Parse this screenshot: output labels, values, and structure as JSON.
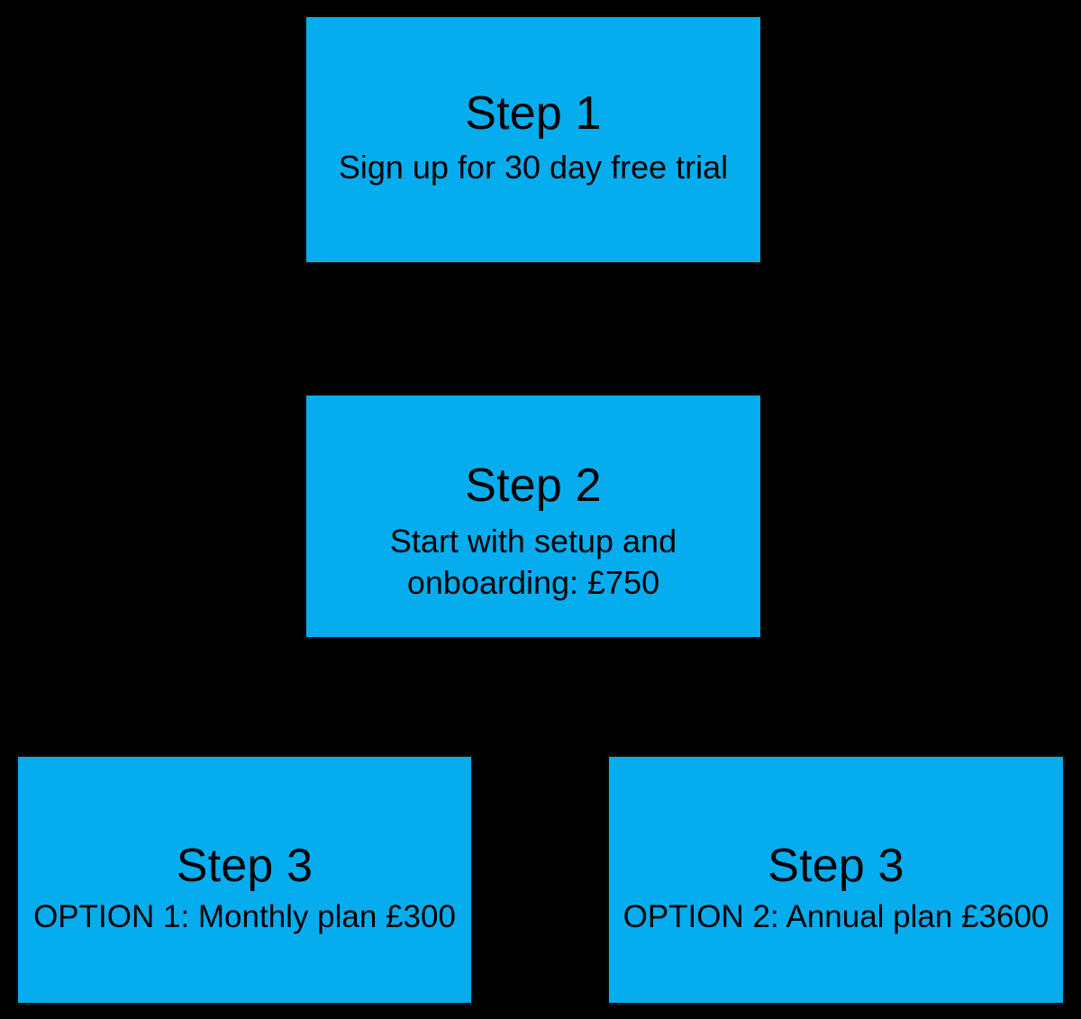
{
  "background_color": "#000000",
  "box_fill_color": "#05adee",
  "box_border_color": "#0a0a0a",
  "text_color": "#000000",
  "diagram": {
    "boxes": [
      {
        "id": "step-1",
        "title": "Step 1",
        "subtitle": "Sign up for 30 day free trial"
      },
      {
        "id": "step-2",
        "title": "Step 2",
        "subtitle": "Start with setup and onboarding: £750"
      },
      {
        "id": "step-3-option-1",
        "title": "Step 3",
        "subtitle": "OPTION 1: Monthly plan £300"
      },
      {
        "id": "step-3-option-2",
        "title": "Step 3",
        "subtitle": "OPTION 2: Annual plan £3600"
      }
    ]
  }
}
